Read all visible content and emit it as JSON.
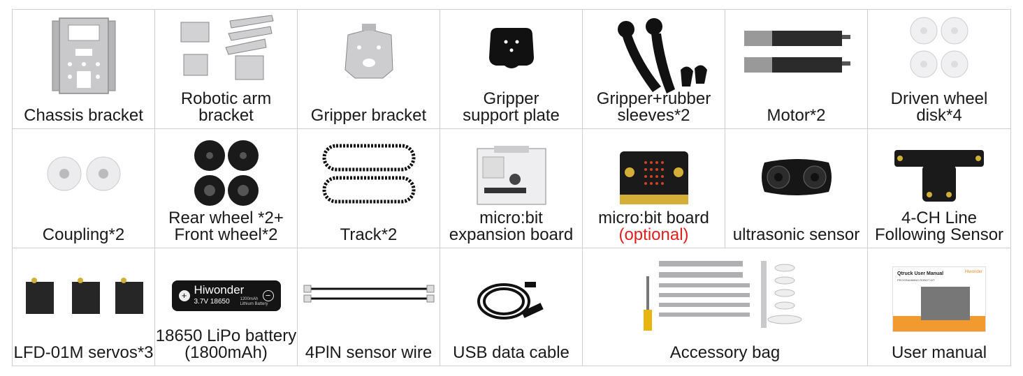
{
  "items": [
    {
      "line1": "Chassis bracket",
      "line2": ""
    },
    {
      "line1": "Robotic arm",
      "line2": "bracket"
    },
    {
      "line1": "Gripper bracket",
      "line2": ""
    },
    {
      "line1": "Gripper",
      "line2": "support plate"
    },
    {
      "line1": "Gripper+rubber",
      "line2": "sleeves*2"
    },
    {
      "line1": "Motor*2",
      "line2": ""
    },
    {
      "line1": "Driven wheel",
      "line2": "disk*4"
    },
    {
      "line1": "Coupling*2",
      "line2": ""
    },
    {
      "line1": "Rear wheel *2+",
      "line2": "Front wheel*2"
    },
    {
      "line1": "Track*2",
      "line2": ""
    },
    {
      "line1": "micro:bit",
      "line2": "expansion board"
    },
    {
      "line1": "micro:bit board",
      "line2": "(optional)"
    },
    {
      "line1": "ultrasonic sensor",
      "line2": ""
    },
    {
      "line1": "4-CH Line",
      "line2": "Following Sensor"
    },
    {
      "line1": "LFD-01M servos*3",
      "line2": ""
    },
    {
      "line1": "18650 LiPo battery",
      "line2": "(1800mAh)"
    },
    {
      "line1": "4PlN sensor wire",
      "line2": ""
    },
    {
      "line1": "USB data cable",
      "line2": ""
    },
    {
      "line1": "Accessory bag",
      "line2": ""
    },
    {
      "line1": "User manual",
      "line2": ""
    }
  ],
  "battery": {
    "brand": "Hiwonder",
    "spec": "3.7V 18650",
    "cap": "1200mAh",
    "type": "Lithium Battery"
  },
  "manual": {
    "title": "Qtruck User Manual",
    "sub": "PROGRAMMING ROBOT KIT",
    "brand": "Hiwonder"
  },
  "colors": {
    "optional": "#e0201d",
    "border": "#cfcfcf"
  }
}
